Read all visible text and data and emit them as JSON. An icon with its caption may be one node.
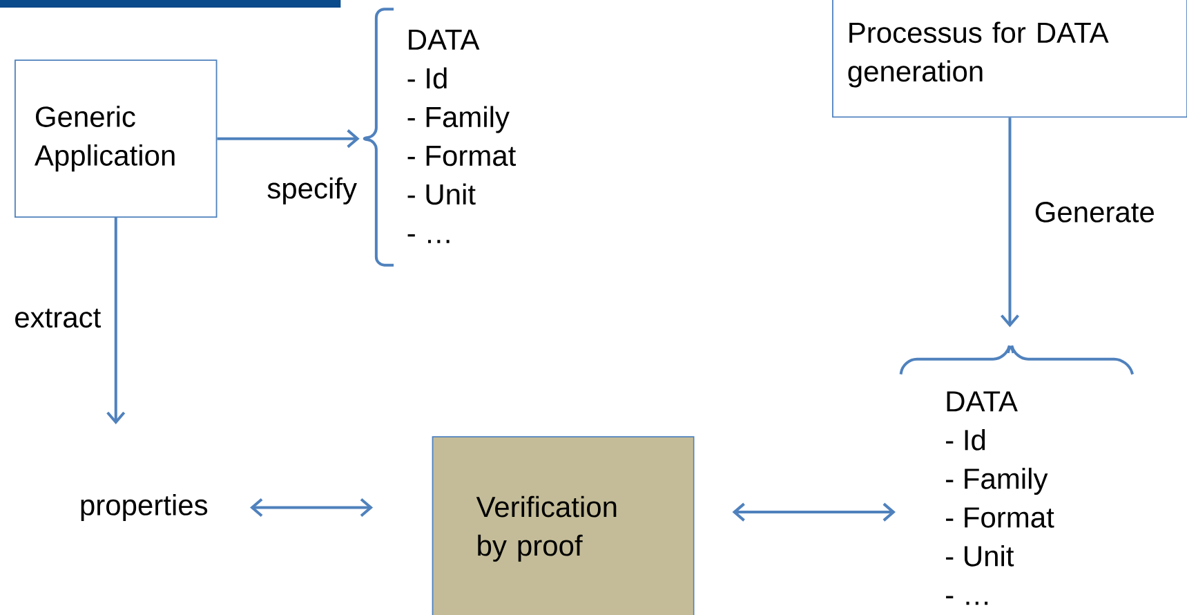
{
  "diagram": {
    "nodes": [
      {
        "text": [
          "Generic Application"
        ]
      },
      {
        "text": [
          "DATA",
          "- Id",
          "- Family",
          "- Format",
          "- Unit",
          "- …"
        ]
      },
      {
        "text": [
          "Processus for DATA generation"
        ]
      },
      {
        "text": [
          "DATA",
          "- Id",
          "- Family",
          "- Format",
          "- Unit",
          "- …"
        ]
      },
      {
        "text": [
          "properties"
        ]
      },
      {
        "text": [
          "Verification by proof"
        ]
      }
    ],
    "edges": [
      {
        "from": 0,
        "to": 1,
        "arrow": "to",
        "label": "specify"
      },
      {
        "from": 0,
        "to": 4,
        "arrow": "to",
        "label": "extract"
      },
      {
        "from": 2,
        "to": 3,
        "arrow": "to",
        "label": "Generate"
      },
      {
        "from": 4,
        "to": 5,
        "arrow": "both"
      },
      {
        "from": 5,
        "to": 3,
        "arrow": "both"
      }
    ]
  }
}
